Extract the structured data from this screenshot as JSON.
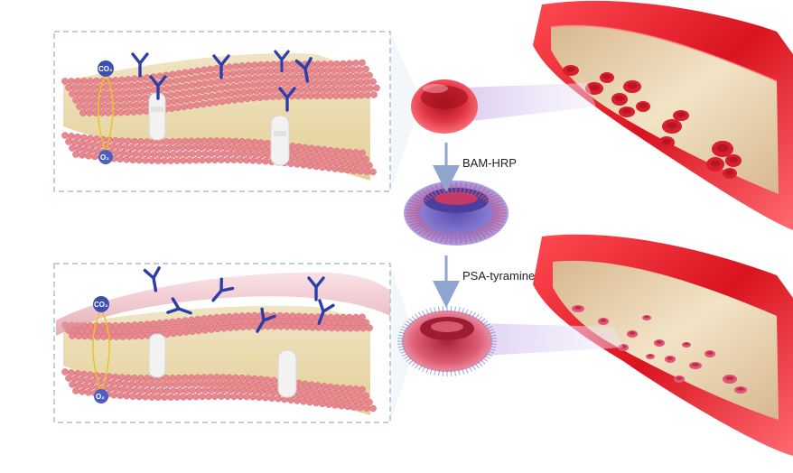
{
  "steps": {
    "step1": "BAM-HRP",
    "step2": "PSA-tyramine"
  },
  "molecules": {
    "co2": "CO₂",
    "o2": "O₂"
  },
  "colors": {
    "panel_border": "#8fb3cc",
    "lipid_head": "#e8858f",
    "lipid_tail": "#c9a640",
    "antibody": "#2c3fa8",
    "protein_channel": "#eeeeee",
    "vessel_outer": "#e0202c",
    "vessel_inner": "#e9cfa4",
    "rbc": "#d92a3a",
    "coated_cell": "#7b6fc4",
    "psa_cell": "#d04a63",
    "arrow": "#8fa5cf",
    "gas_molecule": "#3d4fb0"
  }
}
